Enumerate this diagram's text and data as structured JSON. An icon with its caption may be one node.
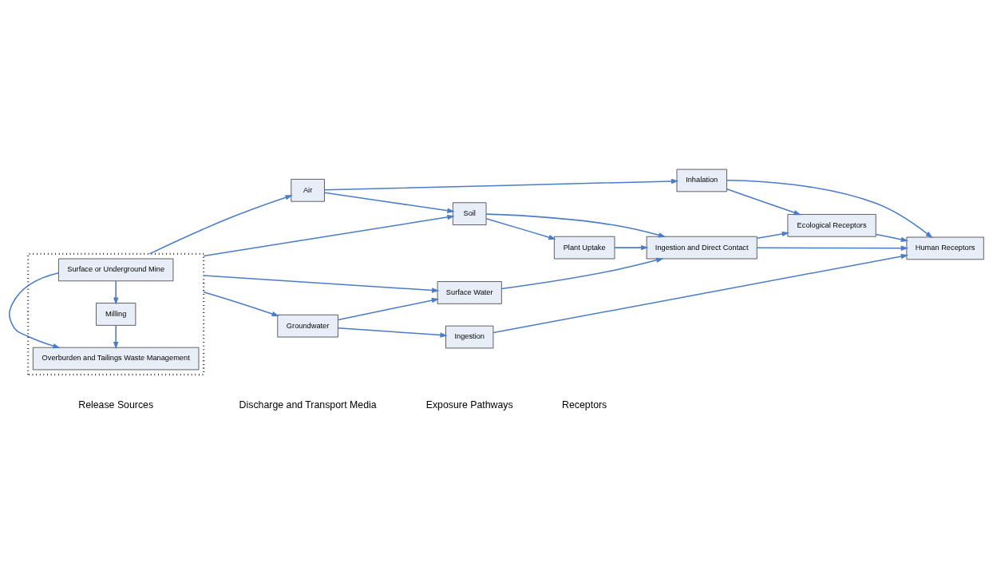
{
  "diagram": {
    "nodes": [
      {
        "text": [],
        "shape": "box"
      },
      {
        "text": [
          "Surface or Underground Mine"
        ],
        "in": 0
      },
      {
        "text": [
          "Milling"
        ],
        "in": 0
      },
      {
        "text": [
          "Overburden and Tailings Waste Management"
        ],
        "in": 0
      },
      {
        "text": [
          "Air"
        ]
      },
      {
        "text": [
          "Soil"
        ]
      },
      {
        "text": [
          "Surface Water"
        ]
      },
      {
        "text": [
          "Groundwater"
        ]
      },
      {
        "text": [
          "Inhalation"
        ]
      },
      {
        "text": [
          "Ingestion and Direct Contact"
        ]
      },
      {
        "text": [
          "Plant Uptake"
        ]
      },
      {
        "text": [
          "Ingestion"
        ]
      },
      {
        "text": [
          "Ecological Receptors"
        ]
      },
      {
        "text": [
          "Human Receptors"
        ]
      }
    ],
    "edges": [
      {
        "from": 1,
        "to": 2,
        "arrow": "to"
      },
      {
        "from": 2,
        "to": 3,
        "arrow": "to"
      },
      {
        "from": 1,
        "to": 3,
        "arrow": "to"
      },
      {
        "from": 0,
        "to": 4,
        "arrow": "to"
      },
      {
        "from": 0,
        "to": 5,
        "arrow": "to"
      },
      {
        "from": 0,
        "to": 6,
        "arrow": "to"
      },
      {
        "from": 0,
        "to": 7,
        "arrow": "to"
      },
      {
        "from": 4,
        "to": 8,
        "arrow": "to"
      },
      {
        "from": 4,
        "to": 5,
        "arrow": "to"
      },
      {
        "from": 5,
        "to": 9,
        "arrow": "to"
      },
      {
        "from": 5,
        "to": 10,
        "arrow": "to"
      },
      {
        "from": 10,
        "to": 9,
        "arrow": "to"
      },
      {
        "from": 6,
        "to": 9,
        "arrow": "to"
      },
      {
        "from": 7,
        "to": 6,
        "arrow": "to"
      },
      {
        "from": 7,
        "to": 11,
        "arrow": "to"
      },
      {
        "from": 8,
        "to": 12,
        "arrow": "to"
      },
      {
        "from": 8,
        "to": 13,
        "arrow": "to"
      },
      {
        "from": 9,
        "to": 12,
        "arrow": "to"
      },
      {
        "from": 9,
        "to": 13,
        "arrow": "to"
      },
      {
        "from": 12,
        "to": 13,
        "arrow": "to"
      },
      {
        "from": 11,
        "to": 13,
        "arrow": "to"
      }
    ],
    "labels": [
      "Release Sources",
      "Discharge and Transport Media",
      "Exposure Pathways",
      "Receptors"
    ]
  }
}
